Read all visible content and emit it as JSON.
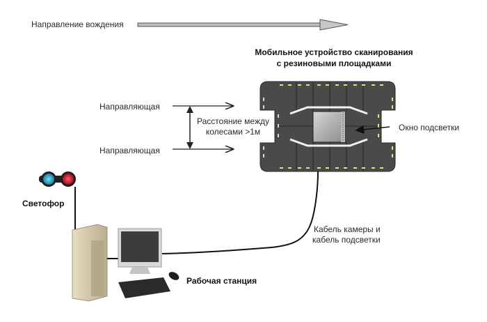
{
  "driving_direction": {
    "label": "Направление вождения"
  },
  "device": {
    "title_line1": "Мобильное устройство сканирования",
    "title_line2": "с резиновыми площадками"
  },
  "guides": {
    "top_label": "Направляющая",
    "bottom_label": "Направляющая",
    "distance_line1": "Расстояние между",
    "distance_line2": "колесами >1м"
  },
  "window_label": "Окно подсветки",
  "traffic_light": {
    "label": "Светофор",
    "colors": {
      "left": "#2aa7c9",
      "right": "#d0203a"
    }
  },
  "cable": {
    "line1": "Кабель камеры и",
    "line2": "кабель подсветки"
  },
  "workstation": {
    "label": "Рабочая станция"
  }
}
